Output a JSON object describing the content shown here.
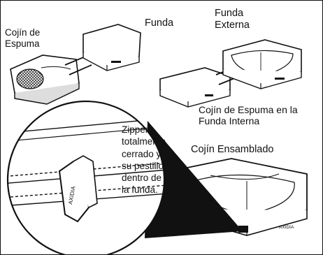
{
  "labels": {
    "cojin_de_espuma": "Cojín de\nEspuma",
    "funda": "Funda",
    "funda_externa": "Funda\nExterna",
    "cojin_funda_interna": "Cojín de Espuma en la\nFunda Interna",
    "cojin_ensamblado": "Cojín Ensamblado",
    "zipper_note": "Zipper\ntotalmente\ncerrado y\nsu pestillo\ndentro de\nla funda."
  },
  "brand_marks": [
    "AXIDIA",
    "AXIDIA"
  ]
}
